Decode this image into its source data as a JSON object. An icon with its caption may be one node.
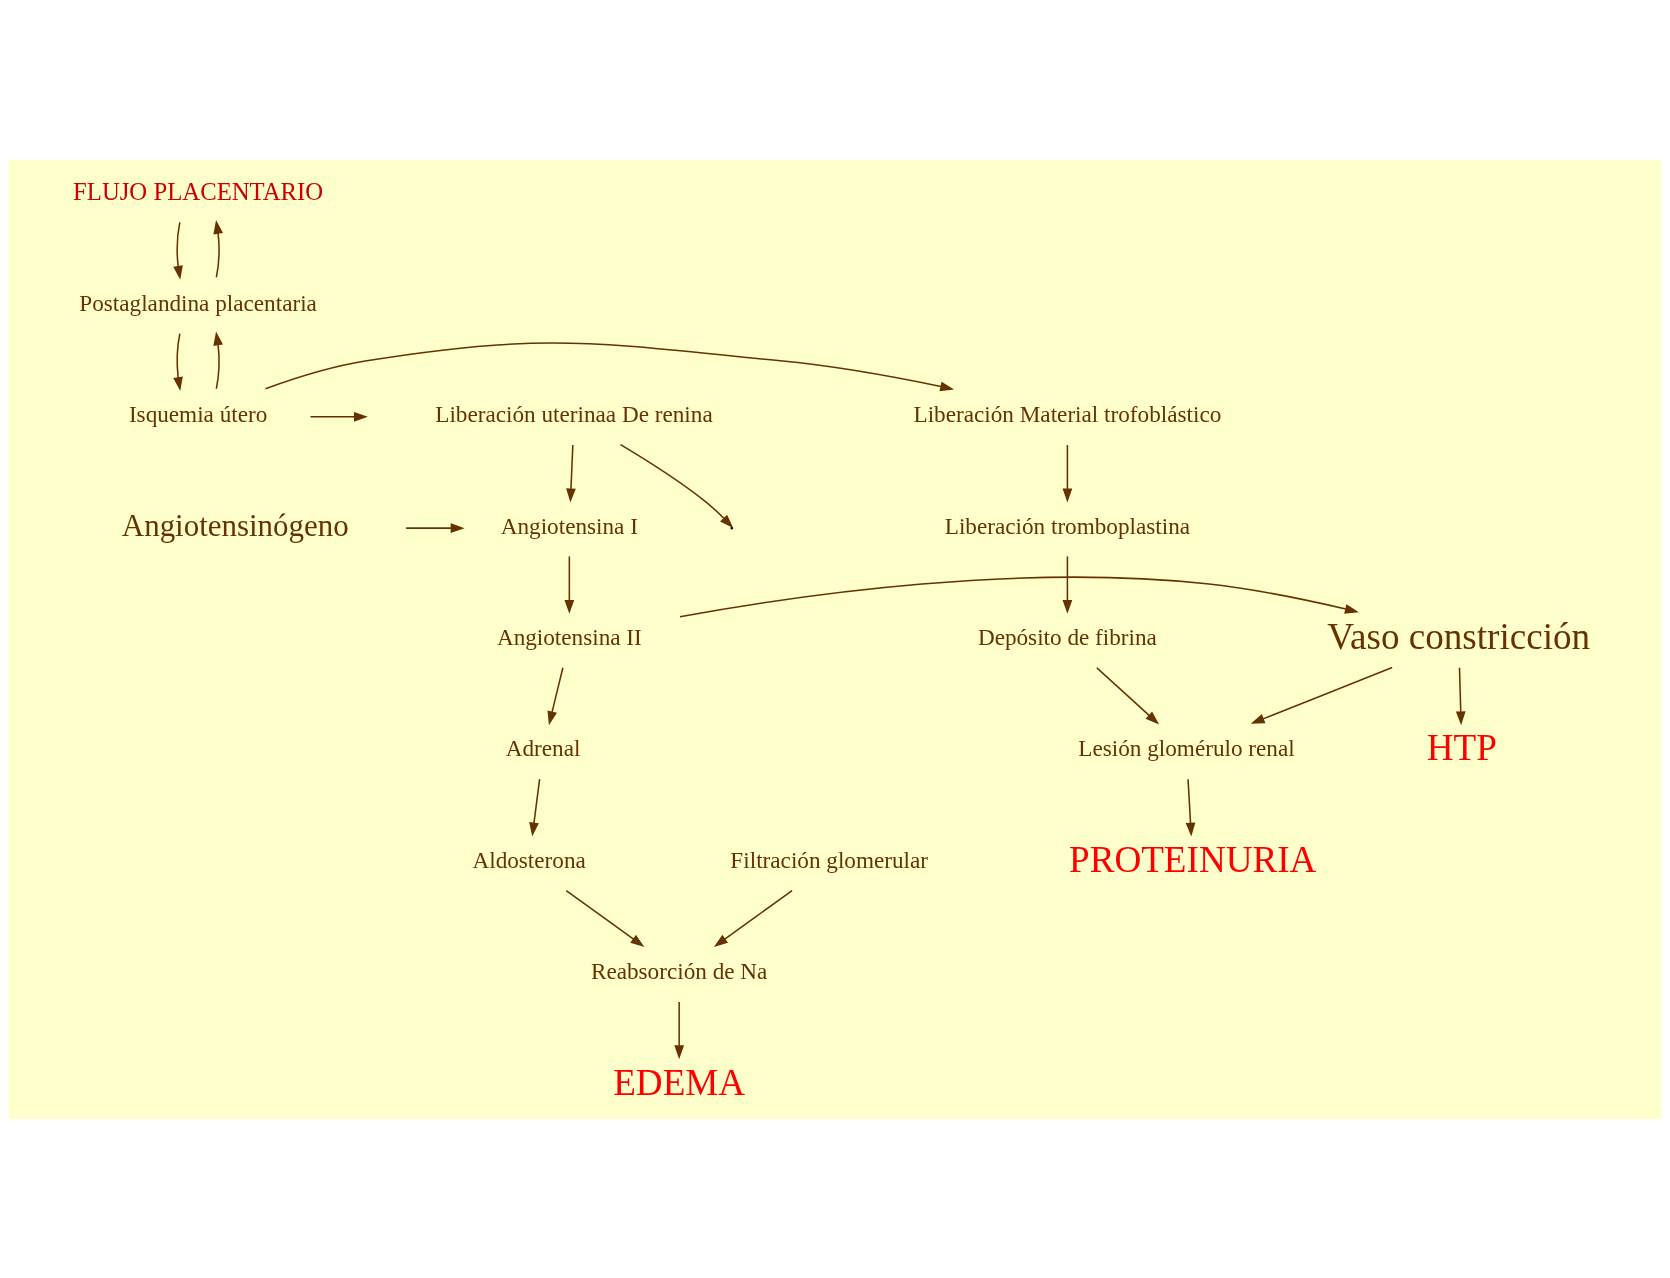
{
  "diagram": {
    "nodes": [
      {
        "text": [
          "FLUJO PLACENTARIO"
        ]
      },
      {
        "text": [
          "Postaglandina placentaria"
        ]
      },
      {
        "text": [
          "Isquemia útero"
        ]
      },
      {
        "text": [
          "Liberación Material trofoblástico"
        ]
      },
      {
        "text": [
          "Liberación uterinaa De renina"
        ]
      },
      {
        "text": [
          "Liberación tromboplastina"
        ]
      },
      {
        "text": [
          "Angiotensinógeno"
        ]
      },
      {
        "text": [
          "Angiotensina I"
        ]
      },
      {
        "text": [
          "Depósito de fibrina"
        ]
      },
      {
        "text": [
          "Vaso constricción"
        ]
      },
      {
        "text": [
          "Angiotensina II"
        ]
      },
      {
        "text": [
          "Adrenal"
        ]
      },
      {
        "text": [
          "Aldosterona"
        ]
      },
      {
        "text": [
          "Lesión glomérulo renal"
        ]
      },
      {
        "text": [
          "Filtración glomerular"
        ]
      },
      {
        "text": [
          "Reabsorción de Na"
        ]
      },
      {
        "text": [
          "PROTEINURIA"
        ]
      },
      {
        "text": [
          "HTP"
        ]
      },
      {
        "text": [
          "EDEMA"
        ]
      }
    ],
    "edges": [
      {
        "from": 0,
        "to": 1,
        "arrow": "to"
      },
      {
        "from": 1,
        "to": 0,
        "arrow": "to"
      },
      {
        "from": 1,
        "to": 2,
        "arrow": "to"
      },
      {
        "from": 2,
        "to": 1,
        "arrow": "to"
      },
      {
        "from": 2,
        "to": 3,
        "arrow": "to"
      },
      {
        "from": 2,
        "to": 4,
        "arrow": "to"
      },
      {
        "from": 4,
        "to": 7,
        "arrow": "to"
      },
      {
        "from": 4,
        "to": null,
        "arrow": "to"
      },
      {
        "from": 3,
        "to": 5,
        "arrow": "to"
      },
      {
        "from": 5,
        "to": 8,
        "arrow": "to"
      },
      {
        "from": 8,
        "to": 13,
        "arrow": "to"
      },
      {
        "from": 13,
        "to": 16,
        "arrow": "to"
      },
      {
        "from": 6,
        "to": 7,
        "arrow": "to"
      },
      {
        "from": 7,
        "to": 10,
        "arrow": "to"
      },
      {
        "from": 10,
        "to": 9,
        "arrow": "to"
      },
      {
        "from": 10,
        "to": 11,
        "arrow": "to"
      },
      {
        "from": 11,
        "to": 12,
        "arrow": "to"
      },
      {
        "from": 12,
        "to": 15,
        "arrow": "to"
      },
      {
        "from": 14,
        "to": 15,
        "arrow": "to"
      },
      {
        "from": 15,
        "to": 18,
        "arrow": "to"
      },
      {
        "from": 9,
        "to": 13,
        "arrow": "to"
      },
      {
        "from": 9,
        "to": 17,
        "arrow": "to"
      }
    ]
  }
}
